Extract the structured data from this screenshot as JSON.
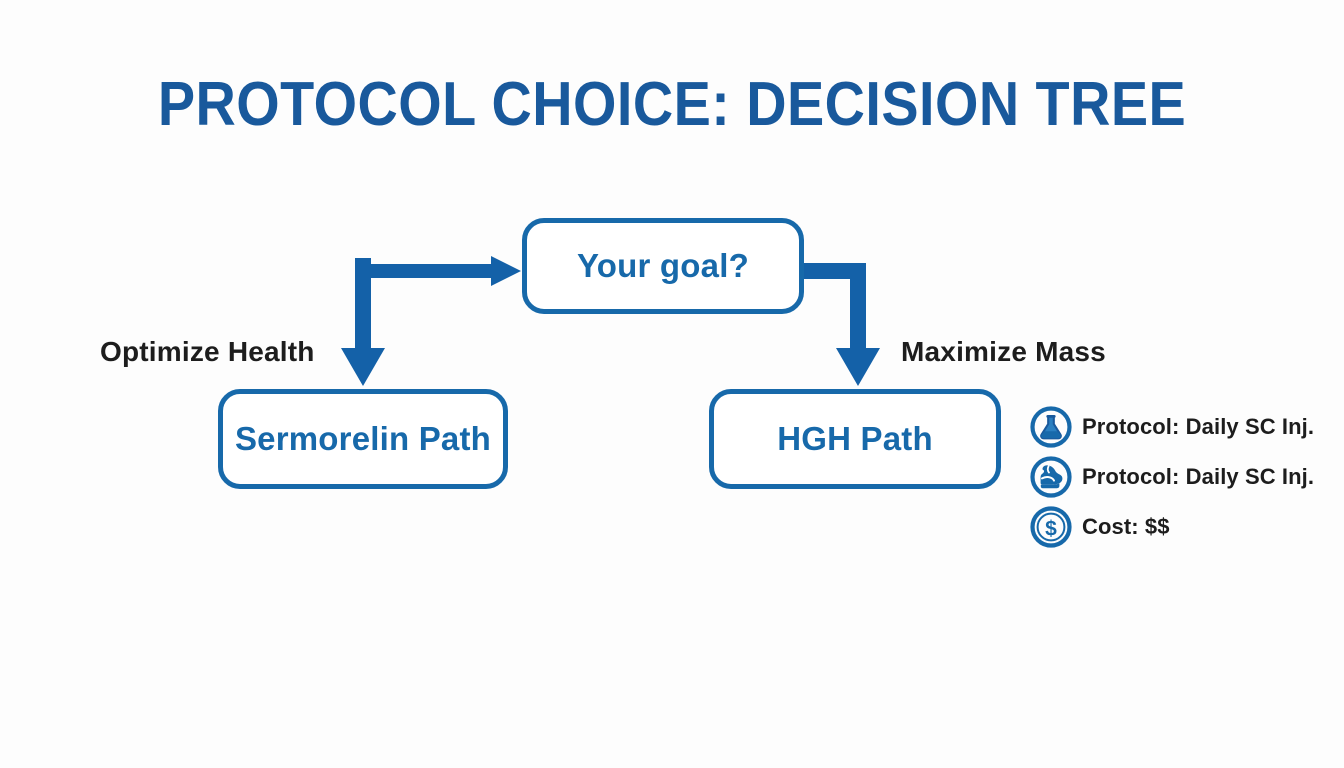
{
  "slide": {
    "title": "PROTOCOL CHOICE: DECISION TREE",
    "background_color": "#fdfdfd",
    "accent_color": "#1769aa",
    "title_color": "#19599c",
    "label_color": "#1d1d1d"
  },
  "tree": {
    "root": {
      "label": "Your goal?"
    },
    "branches": [
      {
        "edge_label": "Optimize Health",
        "node_label": "Sermorelin Path"
      },
      {
        "edge_label": "Maximize Mass",
        "node_label": "HGH Path"
      }
    ]
  },
  "legend": {
    "items": [
      {
        "icon": "flask-icon",
        "text": "Protocol: Daily SC Inj."
      },
      {
        "icon": "bicep-icon",
        "text": "Protocol: Daily SC Inj."
      },
      {
        "icon": "dollar-icon",
        "text": "Cost: $$"
      }
    ]
  }
}
